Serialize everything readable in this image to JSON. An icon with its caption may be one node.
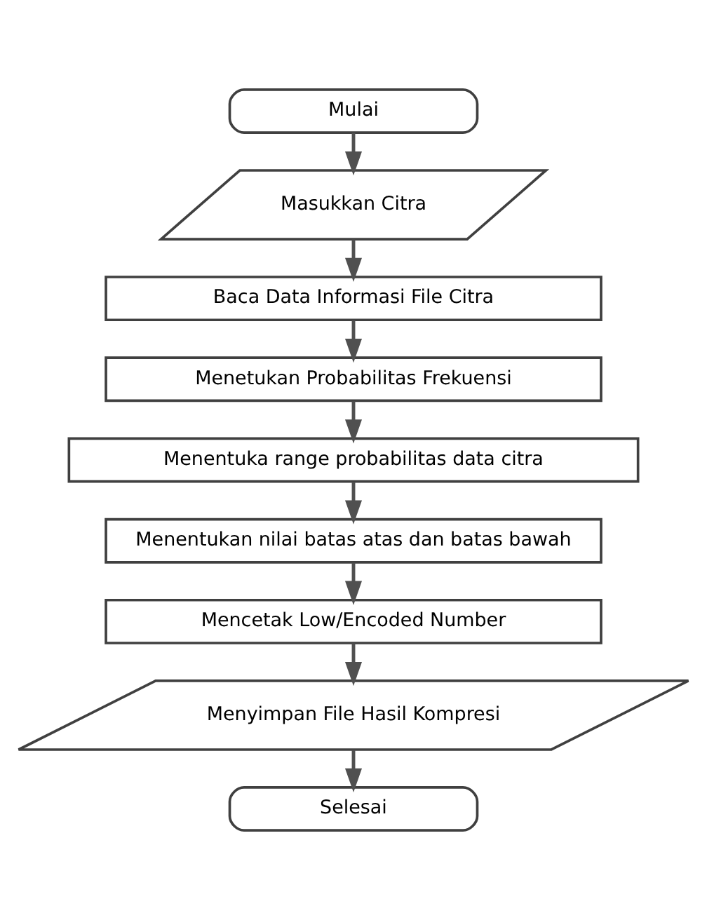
{
  "diagram": {
    "nodes": [
      {
        "text": [
          "Mulai"
        ]
      },
      {
        "text": [
          "Masukkan Citra"
        ]
      },
      {
        "text": [
          "Baca Data Informasi File Citra"
        ]
      },
      {
        "text": [
          "Menetukan Probabilitas Frekuensi"
        ]
      },
      {
        "text": [
          "Menentuka range probabilitas data citra"
        ]
      },
      {
        "text": [
          "Menentukan nilai batas atas dan batas bawah"
        ]
      },
      {
        "text": [
          "Mencetak Low/Encoded Number"
        ]
      },
      {
        "text": [
          "Menyimpan File Hasil Kompresi"
        ]
      },
      {
        "text": [
          "Selesai"
        ]
      }
    ],
    "edges": [
      {
        "from": 0,
        "to": 1,
        "arrow": "to"
      },
      {
        "from": 1,
        "to": 2,
        "arrow": "to"
      },
      {
        "from": 2,
        "to": 3,
        "arrow": "to"
      },
      {
        "from": 3,
        "to": 4,
        "arrow": "to"
      },
      {
        "from": 4,
        "to": 5,
        "arrow": "to"
      },
      {
        "from": 5,
        "to": 6,
        "arrow": "to"
      },
      {
        "from": 6,
        "to": 7,
        "arrow": "to"
      },
      {
        "from": 7,
        "to": 8,
        "arrow": "to"
      }
    ]
  }
}
